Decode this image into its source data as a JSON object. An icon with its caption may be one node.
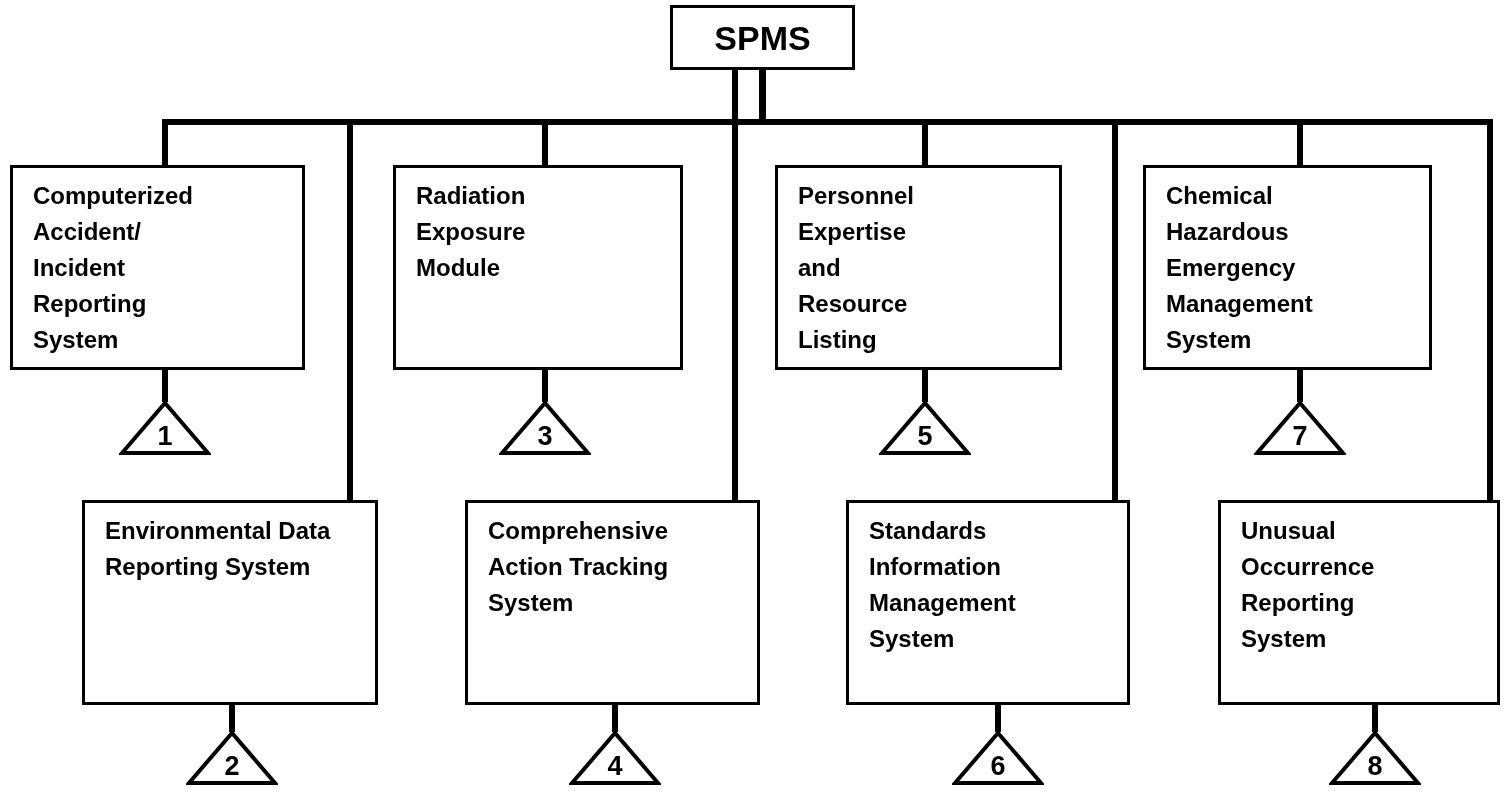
{
  "diagram": {
    "nodes": [
      {
        "text": [
          "SPMS"
        ]
      },
      {
        "text": [
          "Computerized Accident/ Incident Reporting System"
        ]
      },
      {
        "text": [
          "Radiation Exposure Module"
        ]
      },
      {
        "text": [
          "Personnel Expertise and Resource Listing"
        ]
      },
      {
        "text": [
          "Chemical Hazardous Emergency Management System"
        ]
      },
      {
        "text": [
          "1"
        ]
      },
      {
        "text": [
          "3"
        ]
      },
      {
        "text": [
          "5"
        ]
      },
      {
        "text": [
          "7"
        ]
      },
      {
        "text": [
          "Environmental Data Reporting System"
        ]
      },
      {
        "text": [
          "Comprehensive Action Tracking System"
        ]
      },
      {
        "text": [
          "Standards Information Management System"
        ]
      },
      {
        "text": [
          "Unusual Occurrence Reporting System"
        ]
      },
      {
        "text": [
          "2"
        ]
      },
      {
        "text": [
          "4"
        ]
      },
      {
        "text": [
          "6"
        ]
      },
      {
        "text": [
          "8"
        ]
      }
    ],
    "edges": [
      {
        "from": 0,
        "to": 1,
        "arrow": "none"
      },
      {
        "from": 0,
        "to": 9,
        "arrow": "none"
      },
      {
        "from": 0,
        "to": 2,
        "arrow": "none"
      },
      {
        "from": 0,
        "to": 10,
        "arrow": "none"
      },
      {
        "from": 0,
        "to": 3,
        "arrow": "none"
      },
      {
        "from": 0,
        "to": 11,
        "arrow": "none"
      },
      {
        "from": 0,
        "to": 4,
        "arrow": "none"
      },
      {
        "from": 0,
        "to": 12,
        "arrow": "none"
      },
      {
        "from": 1,
        "to": 5,
        "arrow": "none"
      },
      {
        "from": 2,
        "to": 6,
        "arrow": "none"
      },
      {
        "from": 3,
        "to": 7,
        "arrow": "none"
      },
      {
        "from": 4,
        "to": 8,
        "arrow": "none"
      },
      {
        "from": 9,
        "to": 13,
        "arrow": "none"
      },
      {
        "from": 10,
        "to": 14,
        "arrow": "none"
      },
      {
        "from": 11,
        "to": 15,
        "arrow": "none"
      },
      {
        "from": 12,
        "to": 16,
        "arrow": "none"
      }
    ]
  }
}
